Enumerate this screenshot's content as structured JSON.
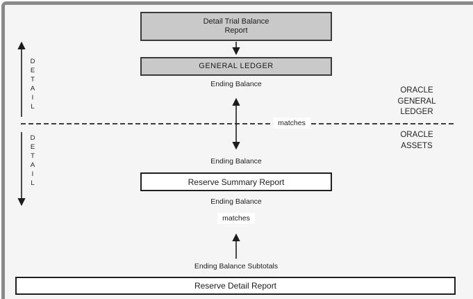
{
  "diagram": {
    "title_context": "Oracle reconciliation flow diagram",
    "boxes": {
      "detail_trial_balance": "Detail Trial Balance\nReport",
      "general_ledger": "GENERAL LEDGER",
      "reserve_summary": "Reserve Summary Report",
      "reserve_detail": "Reserve Detail Report"
    },
    "labels": {
      "ending_balance_gl": "Ending Balance",
      "ending_balance_above_summary": "Ending Balance",
      "ending_balance_below_summary": "Ending Balance",
      "ending_balance_subtotals": "Ending Balance Subtotals",
      "matches_on_divider": "matches",
      "matches_lower": "matches",
      "oracle_general_ledger": "ORACLE\nGENERAL\nLEDGER",
      "oracle_assets": "ORACLE\nASSETS",
      "detail_upper": "D\nE\nT\nA\nI\nL",
      "detail_lower": "D\nE\nT\nA\nI\nL"
    },
    "colors": {
      "background": "#f5f5f5",
      "frame_edge": "#8a8a8a",
      "gray_box_fill": "#c9c9c9",
      "gray_box_border": "#3a3a3a",
      "white_box_fill": "#ffffff",
      "white_box_border": "#1f1f1f",
      "line": "#1c1c1c",
      "dashed_divider": "#3c3c3c"
    }
  }
}
